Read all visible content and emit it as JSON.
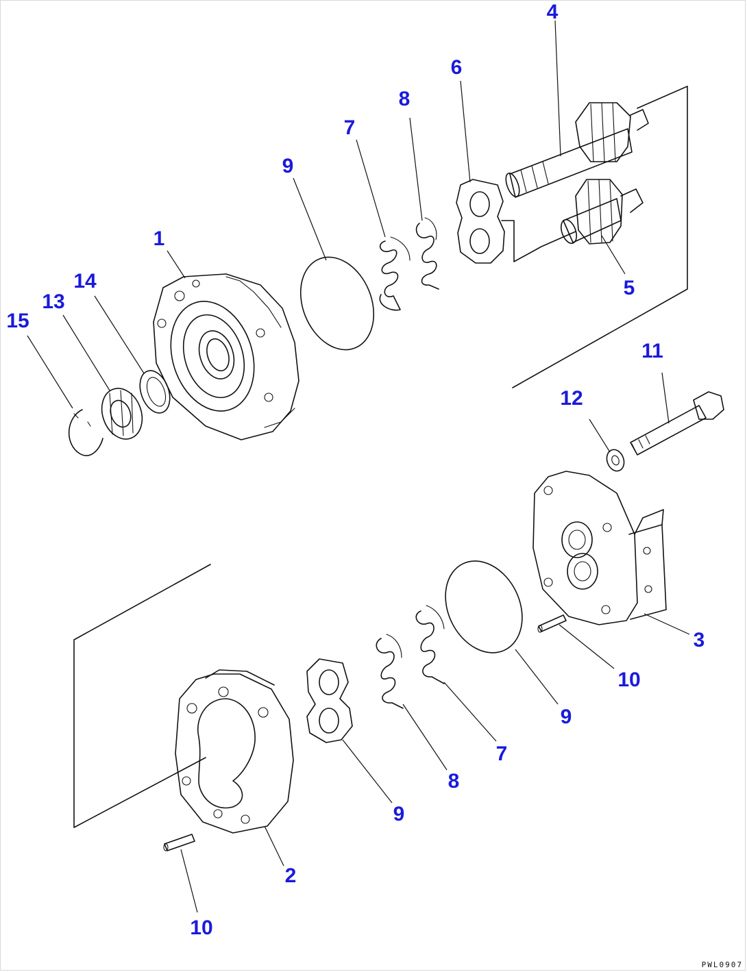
{
  "callouts": {
    "c1": "1",
    "c2": "2",
    "c3": "3",
    "c4": "4",
    "c5": "5",
    "c6": "6",
    "c7_top": "7",
    "c8_top": "8",
    "c9_top": "9",
    "c11": "11",
    "c12": "12",
    "c13": "13",
    "c14": "14",
    "c15": "15",
    "c10_right": "10",
    "c9_right": "9",
    "c7_bottom": "7",
    "c8_bottom": "8",
    "c9_bottom": "9",
    "c10_bottom": "10"
  },
  "figure_code": "PWL0907",
  "colors": {
    "callout": "#1a1adc",
    "line": "#111111"
  }
}
